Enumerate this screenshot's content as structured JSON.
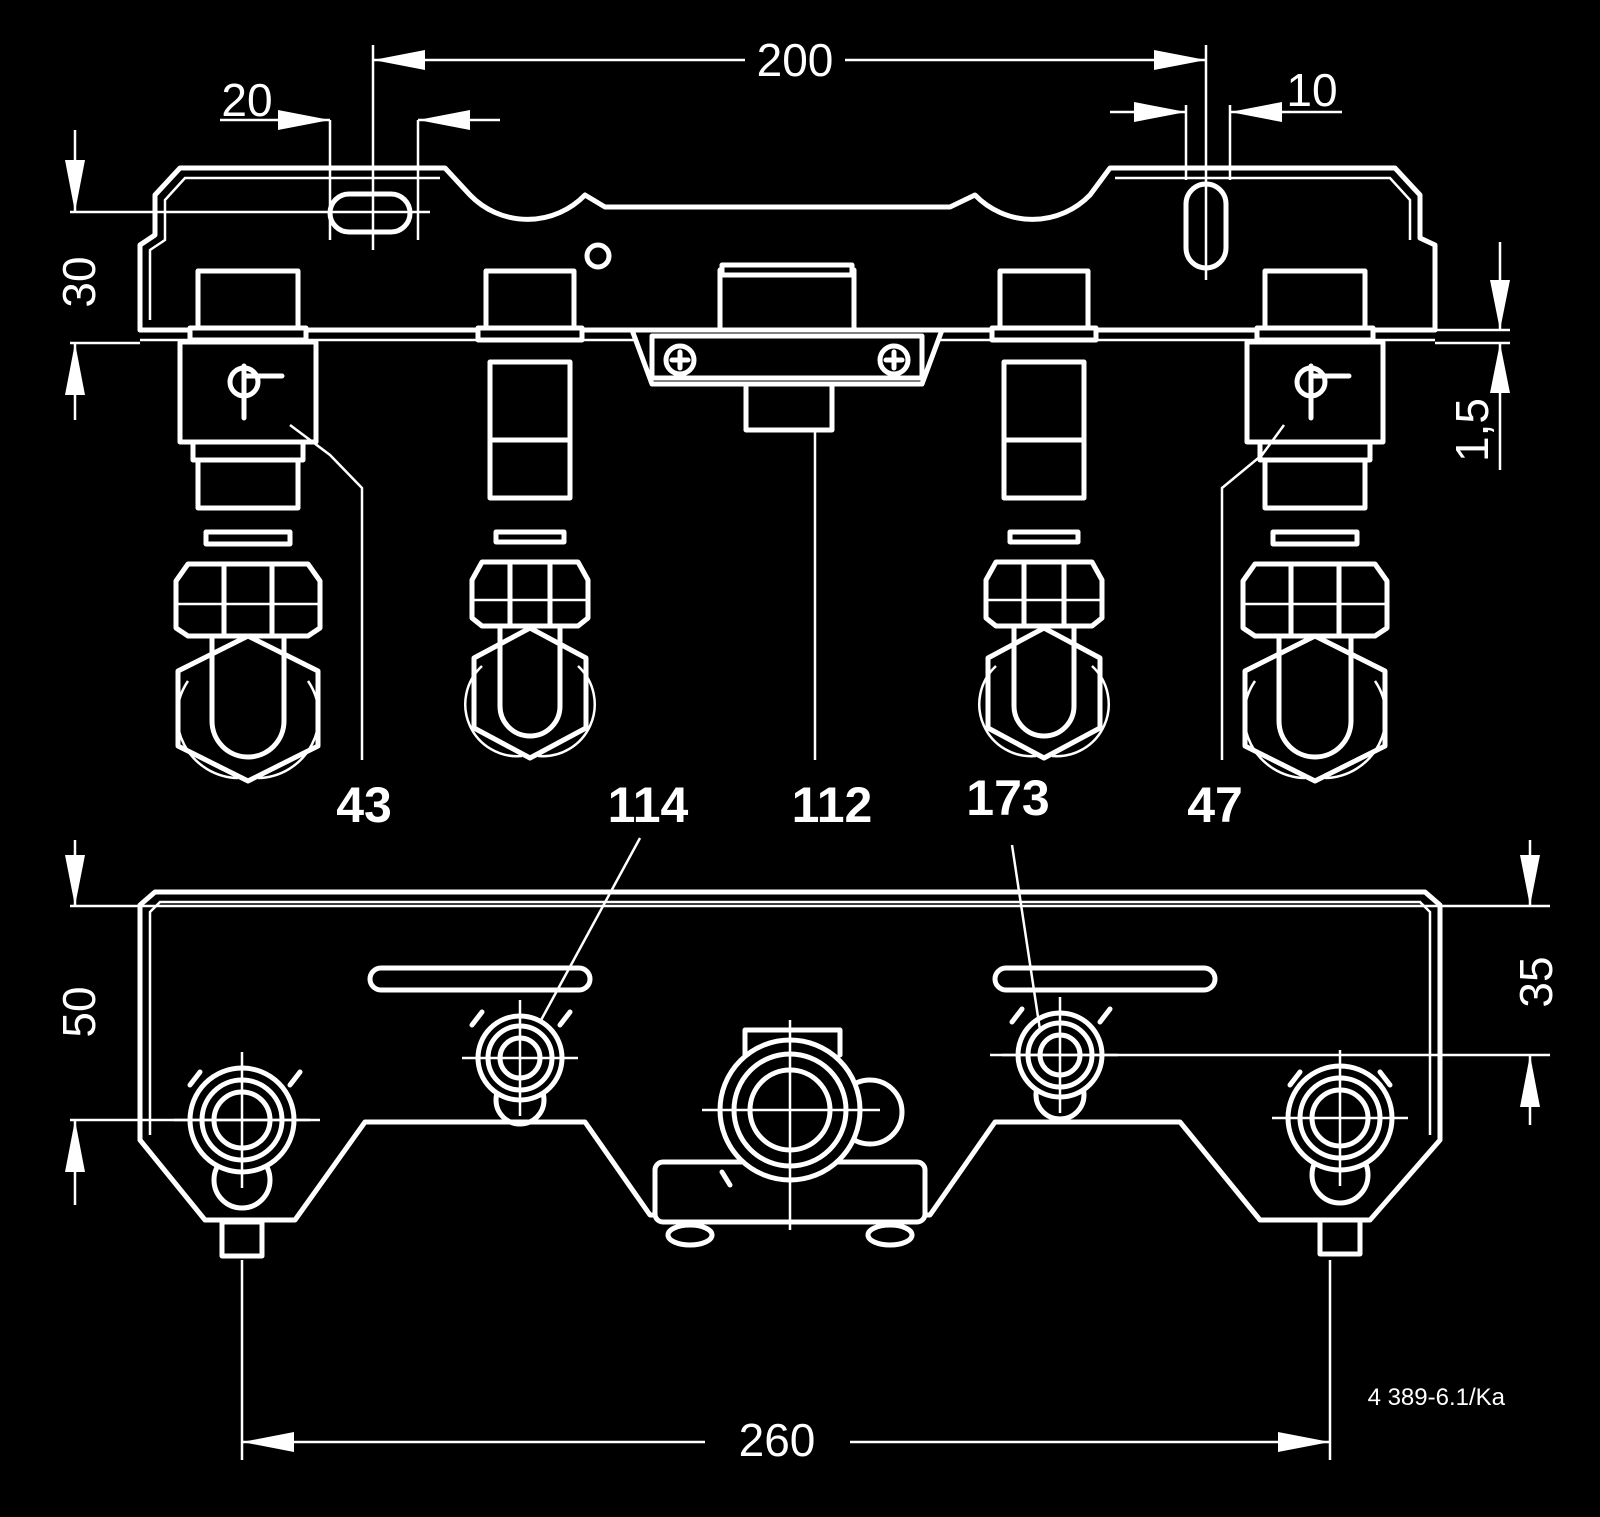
{
  "dimensions": {
    "top_width": "200",
    "slot_width": "20",
    "slot_width_right": "10",
    "height_left": "30",
    "thickness": "1,5",
    "depth_left": "50",
    "depth_right": "35",
    "bottom_width": "260"
  },
  "callouts": [
    "43",
    "114",
    "112",
    "173",
    "47"
  ],
  "reference": "4 389-6.1/Ka"
}
